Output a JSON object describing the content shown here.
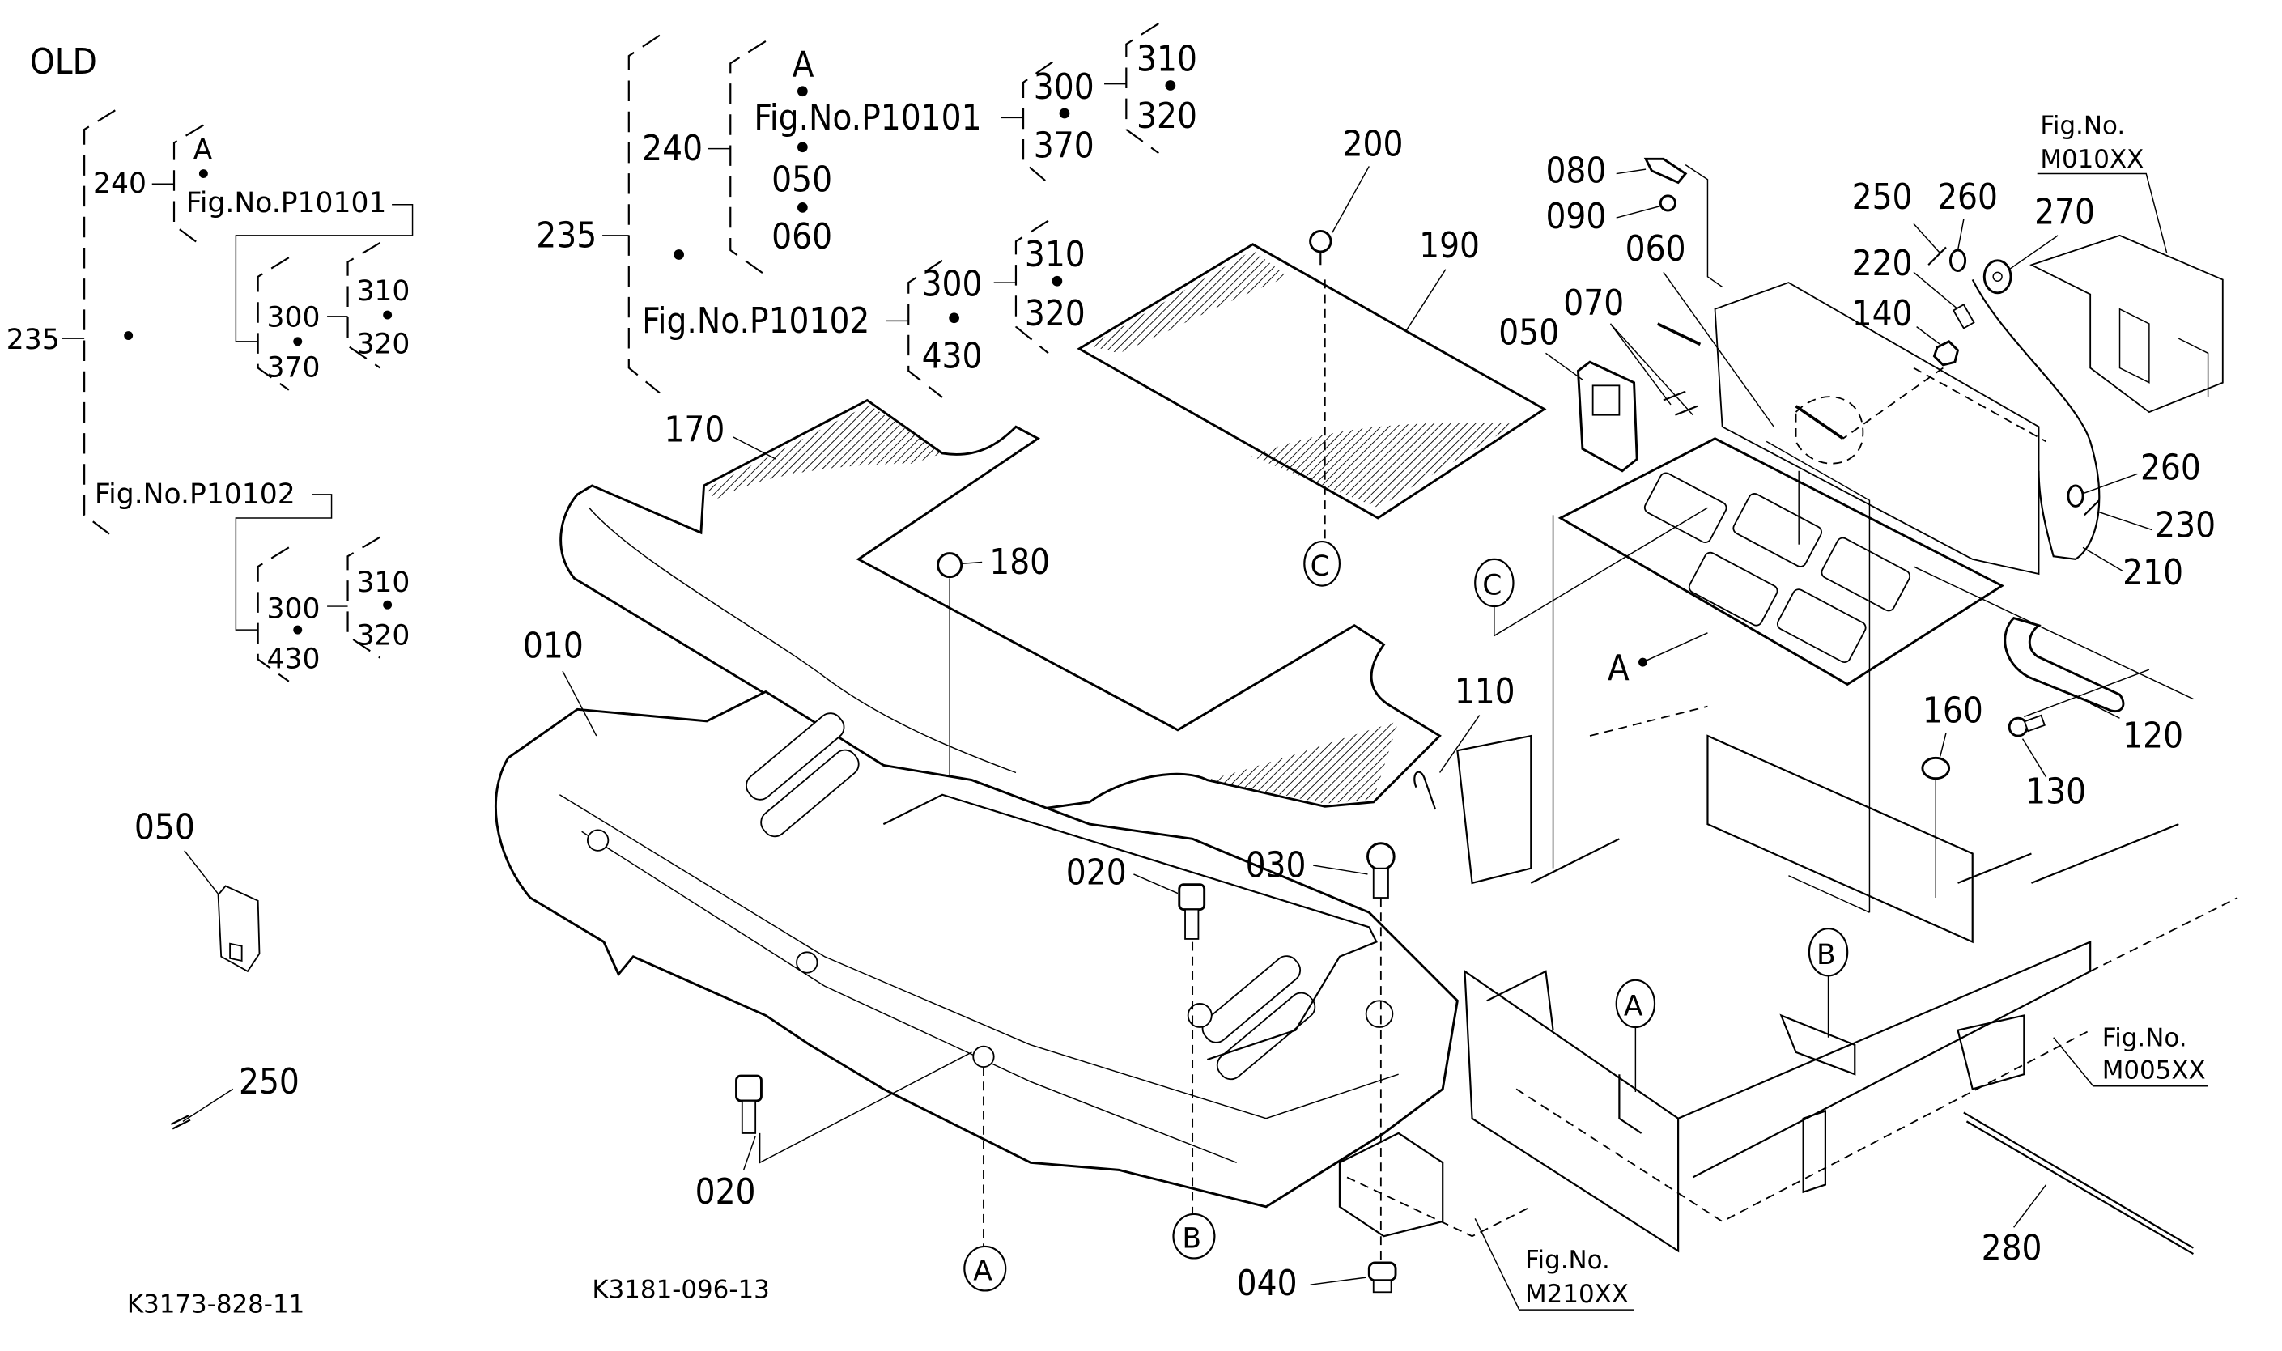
{
  "old_section": {
    "title": "OLD",
    "tree": {
      "root": "235",
      "branch_240": "240",
      "variant_a": "A",
      "fig_p10101": "Fig.No.P10101",
      "p10101_children": {
        "left_top": "300",
        "left_bottom": "370",
        "right_top": "310",
        "right_bottom": "320"
      },
      "fig_p10102": "Fig.No.P10102",
      "p10102_children": {
        "left_top": "300",
        "left_bottom": "430",
        "right_top": "310",
        "right_bottom": "320"
      }
    },
    "parts": {
      "cover": "050",
      "pin": "250"
    },
    "drawing_code": "K3173-828-11"
  },
  "new_section": {
    "tree": {
      "root": "235",
      "branch_240": "240",
      "variant_a": "A",
      "fig_p10101": "Fig.No.P10101",
      "sub_050": "050",
      "sub_060": "060",
      "p10101_children": {
        "left_top": "300",
        "left_bottom": "370",
        "right_top": "310",
        "right_bottom": "320"
      },
      "fig_p10102": "Fig.No.P10102",
      "p10102_children": {
        "left_top": "300",
        "left_bottom": "430",
        "right_top": "310",
        "right_bottom": "320"
      }
    },
    "drawing_code": "K3181-096-13"
  },
  "part_labels": {
    "p010": "010",
    "p020_a": "020",
    "p020_b": "020",
    "p030": "030",
    "p040": "040",
    "p050": "050",
    "p060": "060",
    "p070": "070",
    "p080": "080",
    "p090": "090",
    "p110": "110",
    "p120": "120",
    "p130": "130",
    "p140": "140",
    "p160": "160",
    "p170": "170",
    "p180": "180",
    "p190": "190",
    "p200": "200",
    "p210": "210",
    "p220": "220",
    "p230": "230",
    "p250": "250",
    "p260_a": "260",
    "p260_b": "260",
    "p270": "270",
    "p280": "280"
  },
  "reference_markers": {
    "a_bottom": "A",
    "a_frame": "A",
    "a_plate": "A",
    "b_bottom": "B",
    "b_frame": "B",
    "c_mat": "C",
    "c_plate": "C"
  },
  "figure_refs": {
    "m010": {
      "line1": "Fig.No.",
      "line2": "M010XX"
    },
    "m005": {
      "line1": "Fig.No.",
      "line2": "M005XX"
    },
    "m210": {
      "line1": "Fig.No.",
      "line2": "M210XX"
    }
  }
}
